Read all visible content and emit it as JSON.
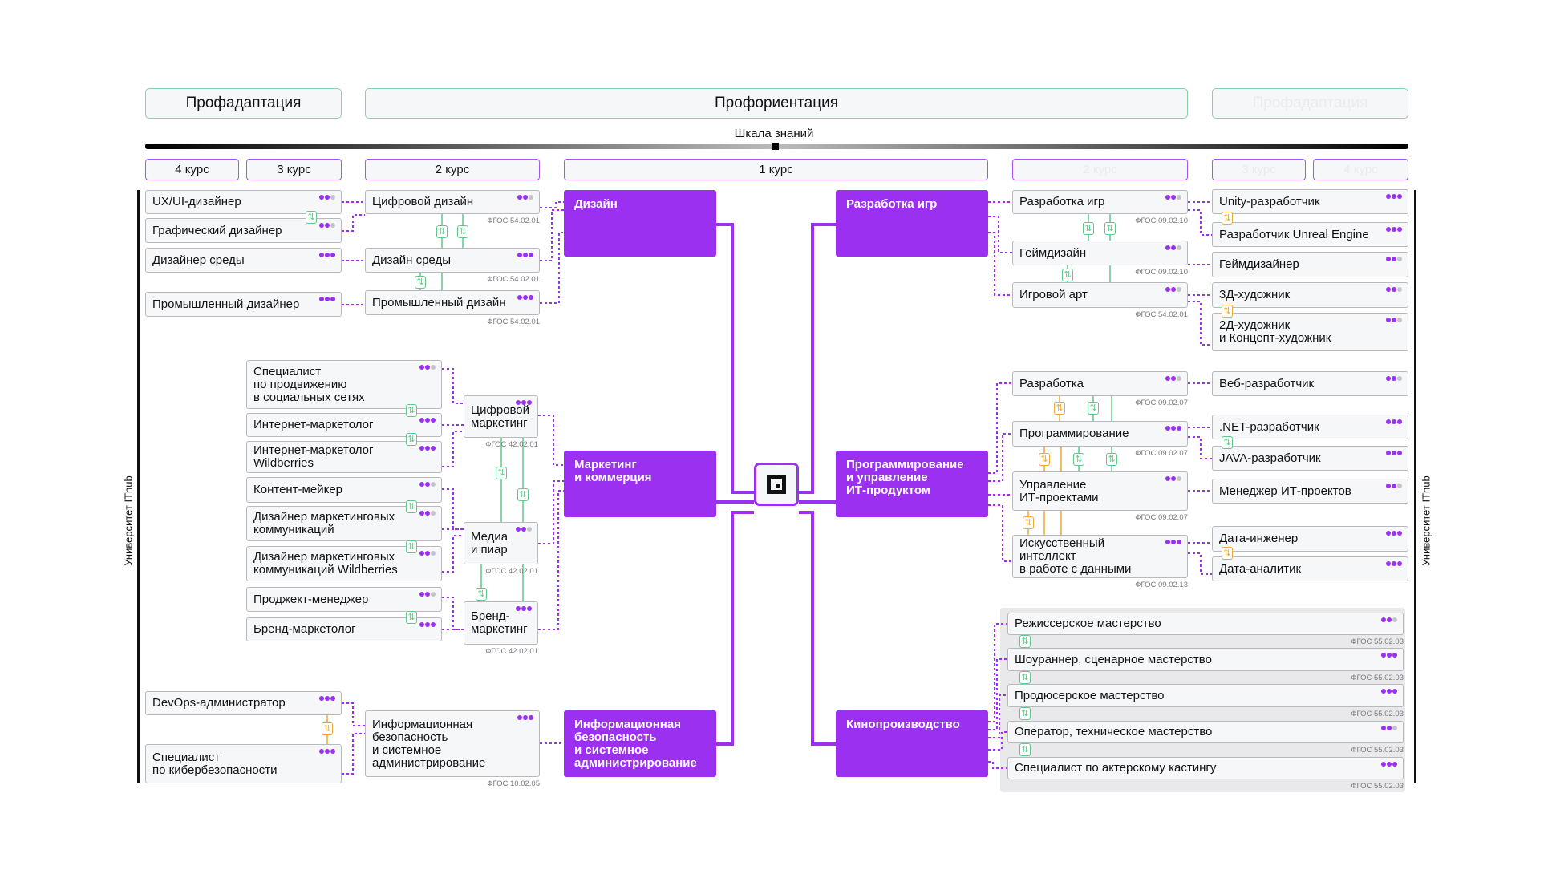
{
  "header": {
    "left": "Профадаптация",
    "center": "Профориентация",
    "right": "Профадаптация",
    "scale": "Шкала знаний"
  },
  "courses": [
    "4 курс",
    "3 курс",
    "2 курс",
    "1 курс",
    "2 курс",
    "3 курс",
    "4 курс"
  ],
  "side_label": "Университет IThub",
  "colors": {
    "accent": "#9b30f0",
    "green": "#5ec98a",
    "orange": "#f0a830",
    "header_border": "#86d3a8"
  },
  "directions": {
    "design": "Дизайн",
    "marketing": "Маркетинг\nи коммерция",
    "security": "Информационная\nбезопасность\nи системное\nадминистрирование",
    "games": "Разработка игр",
    "programming": "Программирование\nи управление\nИТ-продуктом",
    "cinema": "Кинопроизводство"
  },
  "design": {
    "professions": [
      {
        "label": "UX/UI-дизайнер",
        "dots": 2
      },
      {
        "label": "Графический дизайнер",
        "dots": 2
      },
      {
        "label": "Дизайнер среды",
        "dots": 3
      },
      {
        "label": "Промышленный дизайнер",
        "dots": 3
      }
    ],
    "programs": [
      {
        "label": "Цифровой дизайн",
        "dots": 2,
        "fgos": "ФГОС 54.02.01"
      },
      {
        "label": "Дизайн среды",
        "dots": 3,
        "fgos": "ФГОС 54.02.01"
      },
      {
        "label": "Промышленный дизайн",
        "dots": 3,
        "fgos": "ФГОС 54.02.01"
      }
    ]
  },
  "marketing": {
    "professions": [
      {
        "label": "Специалист\nпо продвижению\nв социальных сетях",
        "dots": 2
      },
      {
        "label": "Интернет-маркетолог",
        "dots": 3
      },
      {
        "label": "Интернет-маркетолог\nWildberries",
        "dots": 3
      },
      {
        "label": "Контент-мейкер",
        "dots": 2
      },
      {
        "label": "Дизайнер маркетинговых\nкоммуникаций",
        "dots": 2
      },
      {
        "label": "Дизайнер маркетинговых\nкоммуникаций Wildberries",
        "dots": 2
      },
      {
        "label": "Проджект-менеджер",
        "dots": 2
      },
      {
        "label": "Бренд-маркетолог",
        "dots": 3
      }
    ],
    "programs": [
      {
        "label": "Цифровой\nмаркетинг",
        "dots": 3,
        "fgos": "ФГОС 42.02.01"
      },
      {
        "label": "Медиа\nи пиар",
        "dots": 2,
        "fgos": "ФГОС 42.02.01"
      },
      {
        "label": "Бренд-\nмаркетинг",
        "dots": 3,
        "fgos": "ФГОС 42.02.01"
      }
    ]
  },
  "security": {
    "professions": [
      {
        "label": "DevOps-администратор",
        "dots": 3
      },
      {
        "label": "Специалист\nпо кибербезопасности",
        "dots": 3
      }
    ],
    "programs": [
      {
        "label": "Информационная\nбезопасность\nи системное\nадминистрирование",
        "dots": 3,
        "fgos": "ФГОС 10.02.05"
      }
    ]
  },
  "games": {
    "programs": [
      {
        "label": "Разработка игр",
        "dots": 2,
        "fgos": "ФГОС 09.02.10"
      },
      {
        "label": "Геймдизайн",
        "dots": 2,
        "fgos": "ФГОС 09.02.10"
      },
      {
        "label": "Игровой арт",
        "dots": 2,
        "fgos": "ФГОС 54.02.01"
      }
    ],
    "professions": [
      {
        "label": "Unity-разработчик",
        "dots": 3
      },
      {
        "label": "Разработчик Unreal Engine",
        "dots": 3
      },
      {
        "label": "Геймдизайнер",
        "dots": 2
      },
      {
        "label": "3Д-художник",
        "dots": 2
      },
      {
        "label": "2Д-художник\nи Концепт-художник",
        "dots": 2
      }
    ]
  },
  "programming": {
    "programs": [
      {
        "label": "Разработка",
        "dots": 2,
        "fgos": "ФГОС 09.02.07"
      },
      {
        "label": "Программирование",
        "dots": 3,
        "fgos": "ФГОС 09.02.07"
      },
      {
        "label": "Управление\nИТ-проектами",
        "dots": 2,
        "fgos": "ФГОС 09.02.07"
      },
      {
        "label": "Искусственный интеллект\nв работе с данными",
        "dots": 3,
        "fgos": "ФГОС 09.02.13"
      }
    ],
    "professions": [
      {
        "label": "Веб-разработчик",
        "dots": 2
      },
      {
        "label": ".NET-разработчик",
        "dots": 3
      },
      {
        "label": "JAVA-разработчик",
        "dots": 3
      },
      {
        "label": "Менеджер ИТ-проектов",
        "dots": 2
      },
      {
        "label": "Дата-инженер",
        "dots": 3
      },
      {
        "label": "Дата-аналитик",
        "dots": 3
      }
    ]
  },
  "cinema": {
    "programs": [
      {
        "label": "Режиссерское мастерство",
        "dots": 2,
        "fgos": "ФГОС 55.02.03"
      },
      {
        "label": "Шоураннер, сценарное мастерство",
        "dots": 3,
        "fgos": "ФГОС 55.02.03"
      },
      {
        "label": "Продюсерское мастерство",
        "dots": 3,
        "fgos": "ФГОС 55.02.03"
      },
      {
        "label": "Оператор, техническое мастерство",
        "dots": 2,
        "fgos": "ФГОС 55.02.03"
      },
      {
        "label": "Специалист по актерскому кастингу",
        "dots": 3,
        "fgos": "ФГОС 55.02.03"
      }
    ]
  }
}
